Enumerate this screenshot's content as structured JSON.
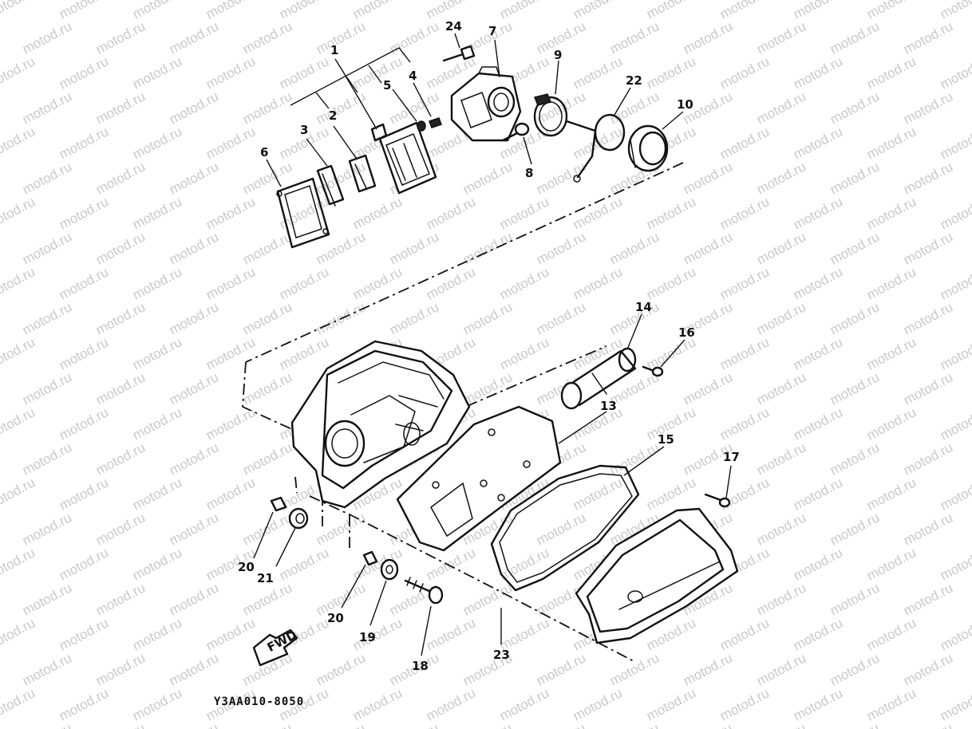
{
  "watermark": {
    "text": "motod.ru"
  },
  "diagram_code": "Y3AA010-8050",
  "fwd_label": "FWD",
  "callouts": {
    "c1": "1",
    "c2": "2",
    "c3": "3",
    "c4": "4",
    "c5": "5",
    "c6": "6",
    "c7": "7",
    "c8": "8",
    "c9": "9",
    "c10": "10",
    "c13": "13",
    "c14": "14",
    "c15": "15",
    "c16": "16",
    "c17": "17",
    "c18": "18",
    "c19": "19",
    "c20a": "20",
    "c20b": "20",
    "c21": "21",
    "c22": "22",
    "c23": "23",
    "c24": "24"
  }
}
